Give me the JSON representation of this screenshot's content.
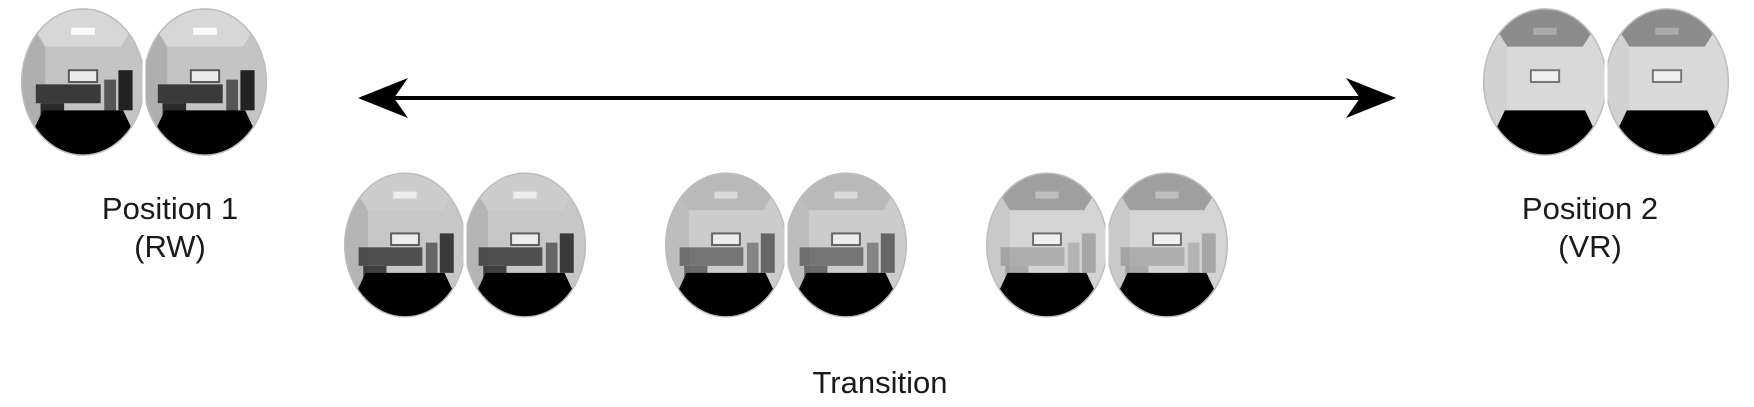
{
  "labels": {
    "position1_title": "Position 1",
    "position1_sub": "(RW)",
    "position2_title": "Position 2",
    "position2_sub": "(VR)",
    "transition": "Transition"
  },
  "colors": {
    "arrow": "#000000",
    "floor": "#000000",
    "vr_ceiling": "#8c8c8c",
    "vr_wall": "#d9d9d9",
    "rw_wall": "#c4c4c4"
  },
  "views": [
    {
      "id": "position-1",
      "kind": "rw",
      "blend": 0.0
    },
    {
      "id": "transition-1",
      "kind": "rw",
      "blend": 0.15
    },
    {
      "id": "transition-2",
      "kind": "rw",
      "blend": 0.4
    },
    {
      "id": "transition-3",
      "kind": "mix",
      "blend": 0.75
    },
    {
      "id": "position-2",
      "kind": "vr",
      "blend": 1.0
    }
  ]
}
